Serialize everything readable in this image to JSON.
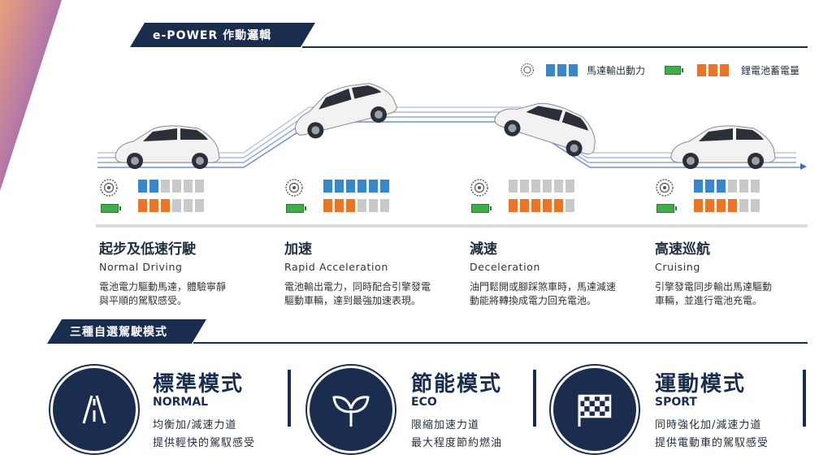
{
  "header": {
    "title": "e-POWER 作動邏輯"
  },
  "legend": {
    "motor_label": "馬達輸出動力",
    "battery_label": "鋰電池蓄電量"
  },
  "stages": [
    {
      "title": "起步及低速行駛",
      "en": "Normal Driving",
      "desc1": "電池電力驅動馬達，體驗寧靜",
      "desc2": "與平順的駕馭感受。",
      "motor": 2,
      "battery": 3
    },
    {
      "title": "加速",
      "en": "Rapid Acceleration",
      "desc1": "電池輸出電力，同時配合引擎發電",
      "desc2": "驅動車輛，達到最強加速表現。",
      "motor": 6,
      "battery": 3
    },
    {
      "title": "減速",
      "en": "Deceleration",
      "desc1": "油門鬆開或腳踩煞車時，馬達減速",
      "desc2": "動能將轉換成電力回充電池。",
      "motor": 0,
      "battery": 5
    },
    {
      "title": "高速巡航",
      "en": "Cruising",
      "desc1": "引擎發電同步輸出馬達驅動",
      "desc2": "車輛，並進行電池充電。",
      "motor": 3,
      "battery": 4
    }
  ],
  "modes_header": {
    "title": "三種自選駕駛模式"
  },
  "modes": [
    {
      "cn": "標準模式",
      "en": "NORMAL",
      "desc1": "均衡加/減速力道",
      "desc2": "提供輕快的駕馭感受",
      "icon": "road-icon"
    },
    {
      "cn": "節能模式",
      "en": "ECO",
      "desc1": "限縮加速力道",
      "desc2": "最大程度節約燃油",
      "icon": "sprout-icon"
    },
    {
      "cn": "運動模式",
      "en": "SPORT",
      "desc1": "同時強化加/減速力道",
      "desc2": "提供電動車的駕馭感受",
      "icon": "checkered-flag-icon"
    }
  ],
  "colors": {
    "navy": "#1b2d4f",
    "motor": "#3a86c8",
    "battery": "#e8752a",
    "inactive": "#c9c9c9",
    "battery_icon": "#3fae49"
  }
}
